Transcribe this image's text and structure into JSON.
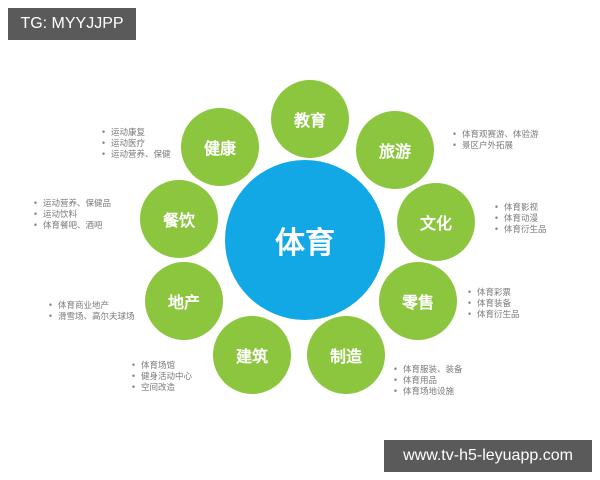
{
  "badges": {
    "top": "TG: MYYJJPP",
    "bottom": "www.tv-h5-leyuapp.com"
  },
  "colors": {
    "center": "#12a8e6",
    "node": "#8cc53e",
    "badge": "#5a5a5a",
    "list_text": "#7a7a7a"
  },
  "diagram": {
    "center": {
      "label": "体育"
    },
    "nodes": [
      {
        "label": "教育",
        "items": []
      },
      {
        "label": "旅游",
        "items": [
          "体育观赛游、体验游",
          "景区户外拓展"
        ]
      },
      {
        "label": "文化",
        "items": [
          "体育影视",
          "体育动漫",
          "体育衍生品"
        ]
      },
      {
        "label": "零售",
        "items": [
          "体育彩票",
          "体育装备",
          "体育衍生品"
        ]
      },
      {
        "label": "制造",
        "items": [
          "体育服装、装备",
          "体育用品",
          "体育场地设施"
        ]
      },
      {
        "label": "建筑",
        "items": [
          "体育场馆",
          "健身活动中心",
          "空间改造"
        ]
      },
      {
        "label": "地产",
        "items": [
          "体育商业地产",
          "滑雪场、高尔夫球场"
        ]
      },
      {
        "label": "餐饮",
        "items": [
          "运动营养、保健品",
          "运动饮料",
          "体育餐吧、酒吧"
        ]
      },
      {
        "label": "健康",
        "items": [
          "运动康复",
          "运动医疗",
          "运动营养、保健"
        ]
      }
    ]
  }
}
